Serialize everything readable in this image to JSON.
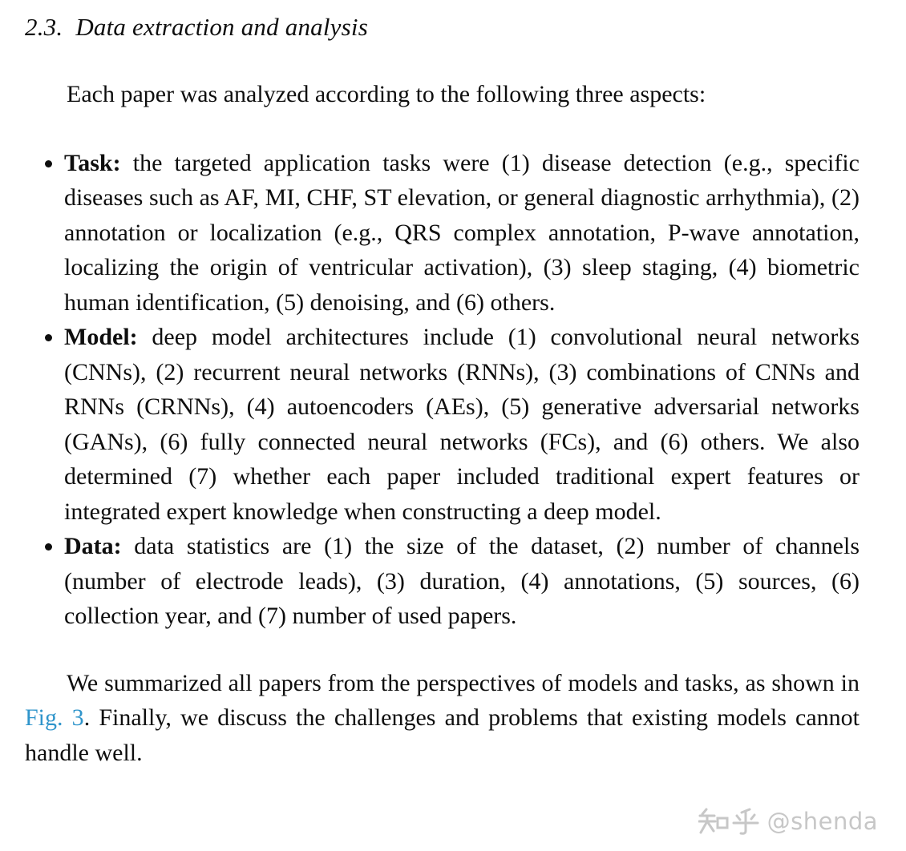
{
  "section": {
    "number": "2.3.",
    "title": "Data extraction and analysis"
  },
  "intro": "Each paper was analyzed according to the following three aspects:",
  "bullets": [
    {
      "term": "Task:",
      "text": " the targeted application tasks were (1) disease detection (e.g., specific diseases such as AF, MI, CHF, ST elevation, or general diagnostic arrhythmia), (2) annotation or localization (e.g., QRS complex annotation, P-wave annotation, localizing the origin of ventricular activation), (3) sleep staging, (4) biometric human identification, (5) denoising, and (6) others."
    },
    {
      "term": "Model:",
      "text": " deep model architectures include (1) convolutional neural networks (CNNs), (2) recurrent neural networks (RNNs), (3) combinations of CNNs and RNNs (CRNNs), (4) autoencoders (AEs), (5) generative adversarial networks (GANs), (6) fully connected neural networks (FCs), and (6) others. We also determined (7) whether each paper included traditional expert features or integrated expert knowledge when constructing a deep model."
    },
    {
      "term": "Data:",
      "text": " data statistics are (1) the size of the dataset, (2) number of channels (number of electrode leads), (3) duration, (4) annotations, (5) sources, (6) collection year, and (7) number of used papers."
    }
  ],
  "closing": {
    "before": "We summarized all papers from the perspectives of models and tasks, as shown in ",
    "link": "Fig. 3",
    "after": ". Finally, we discuss the challenges and problems that existing models cannot handle well."
  },
  "watermark": {
    "logo": "知乎",
    "handle": "@shenda"
  },
  "colors": {
    "text": "#0e0e0e",
    "link": "#3095cb",
    "watermark": "#c7c7c7",
    "background": "#ffffff"
  }
}
